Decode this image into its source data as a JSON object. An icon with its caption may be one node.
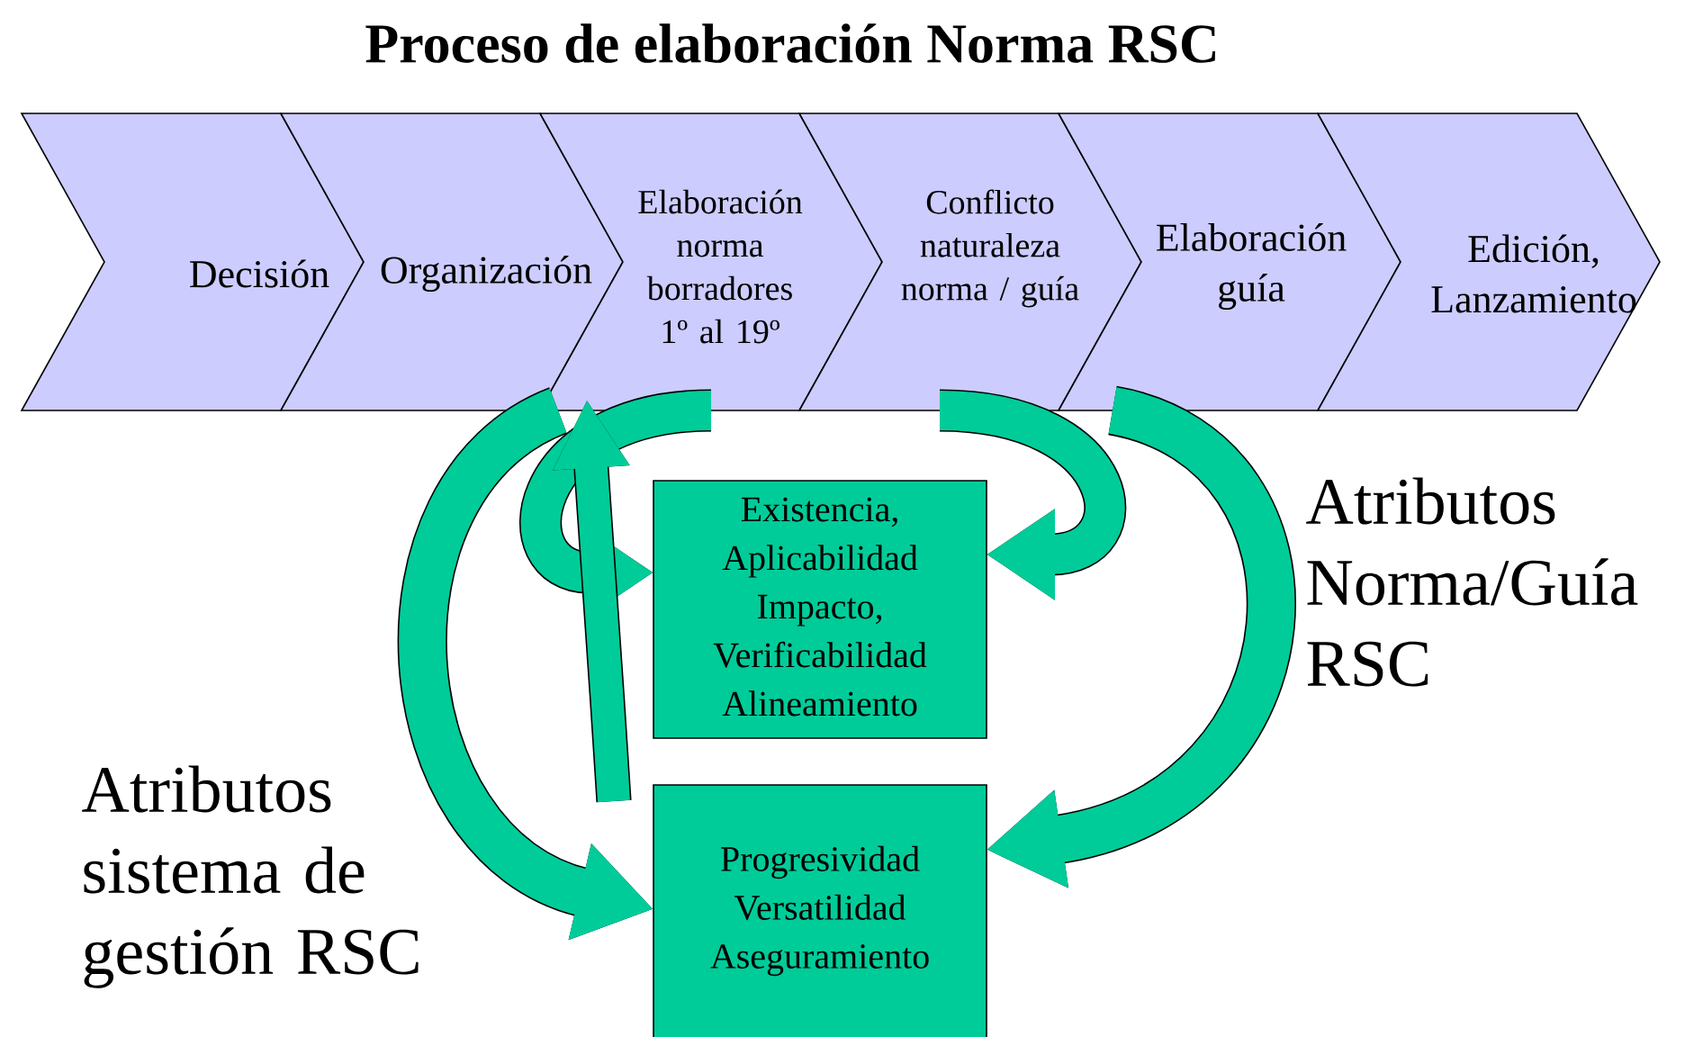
{
  "diagram": {
    "title": "Proceso de elaboración Norma RSC",
    "nodes": [
      {
        "text": [
          "Decisión"
        ]
      },
      {
        "text": [
          "Organización"
        ]
      },
      {
        "text": [
          "Elaboración norma borradores 1º al 19º"
        ]
      },
      {
        "text": [
          "Conflicto naturaleza norma / guía"
        ]
      },
      {
        "text": [
          "Elaboración guía"
        ]
      },
      {
        "text": [
          "Edición, Lanzamiento"
        ]
      },
      {
        "text": [
          "Existencia, Aplicabilidad Impacto, Verificabilidad Alineamiento"
        ]
      },
      {
        "text": [
          "Progresividad Versatilidad Aseguramiento"
        ]
      }
    ],
    "edges": [
      {
        "from": 2,
        "to": 6,
        "arrow": "to"
      },
      {
        "from": 3,
        "to": 6,
        "arrow": "to"
      },
      {
        "from": 2,
        "to": 7,
        "arrow": "to"
      },
      {
        "from": 4,
        "to": 7,
        "arrow": "to"
      },
      {
        "from": null,
        "to": 2,
        "arrow": "to"
      }
    ],
    "labels": [
      "Atributos Norma/Guía RSC",
      "Atributos sistema de gestión RSC"
    ]
  }
}
